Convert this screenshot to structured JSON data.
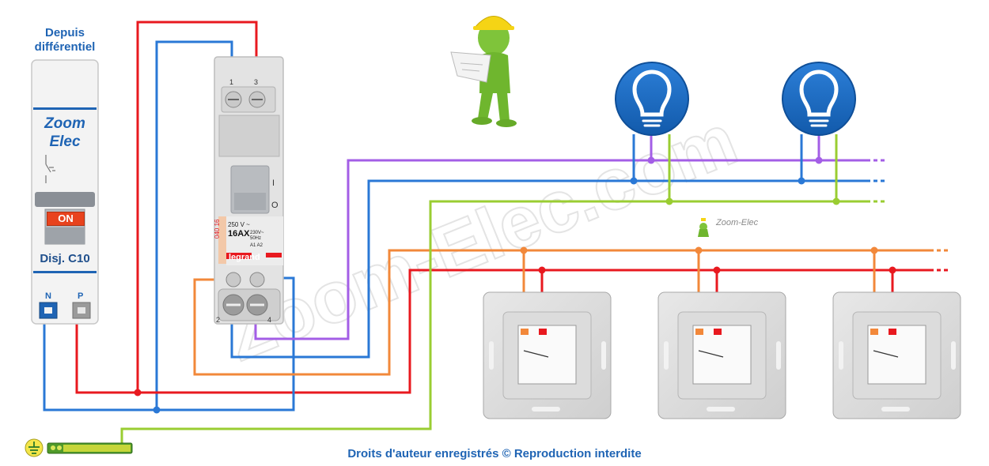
{
  "title": "Depuis\ndifférentiel",
  "copyright": "Droits d'auteur enregistrés © Reproduction interdite",
  "breaker": {
    "brand": "Zoom\nElec",
    "state": "ON",
    "name": "Disj. C10",
    "terminal_n": "N",
    "terminal_p": "P"
  },
  "relay": {
    "terminals_top": [
      "1",
      "3"
    ],
    "terminals_bottom": [
      "2",
      "4"
    ],
    "position_on": "I",
    "position_off": "O",
    "spec_voltage": "250 V ~",
    "rating": "16AX",
    "coil": "230V~ 50Hz",
    "contacts": "A1 A2",
    "model": "040 16",
    "brand": "legrand"
  },
  "watermark_small": "Zoom-Elec",
  "watermark_large": "Zoom-Elec.com",
  "colors": {
    "phase": "#e8191f",
    "neutral": "#2a78d6",
    "earth": "#9acd32",
    "lamp_return": "#a35ee6",
    "control": "#f2883a",
    "accent": "#1f64b4"
  }
}
